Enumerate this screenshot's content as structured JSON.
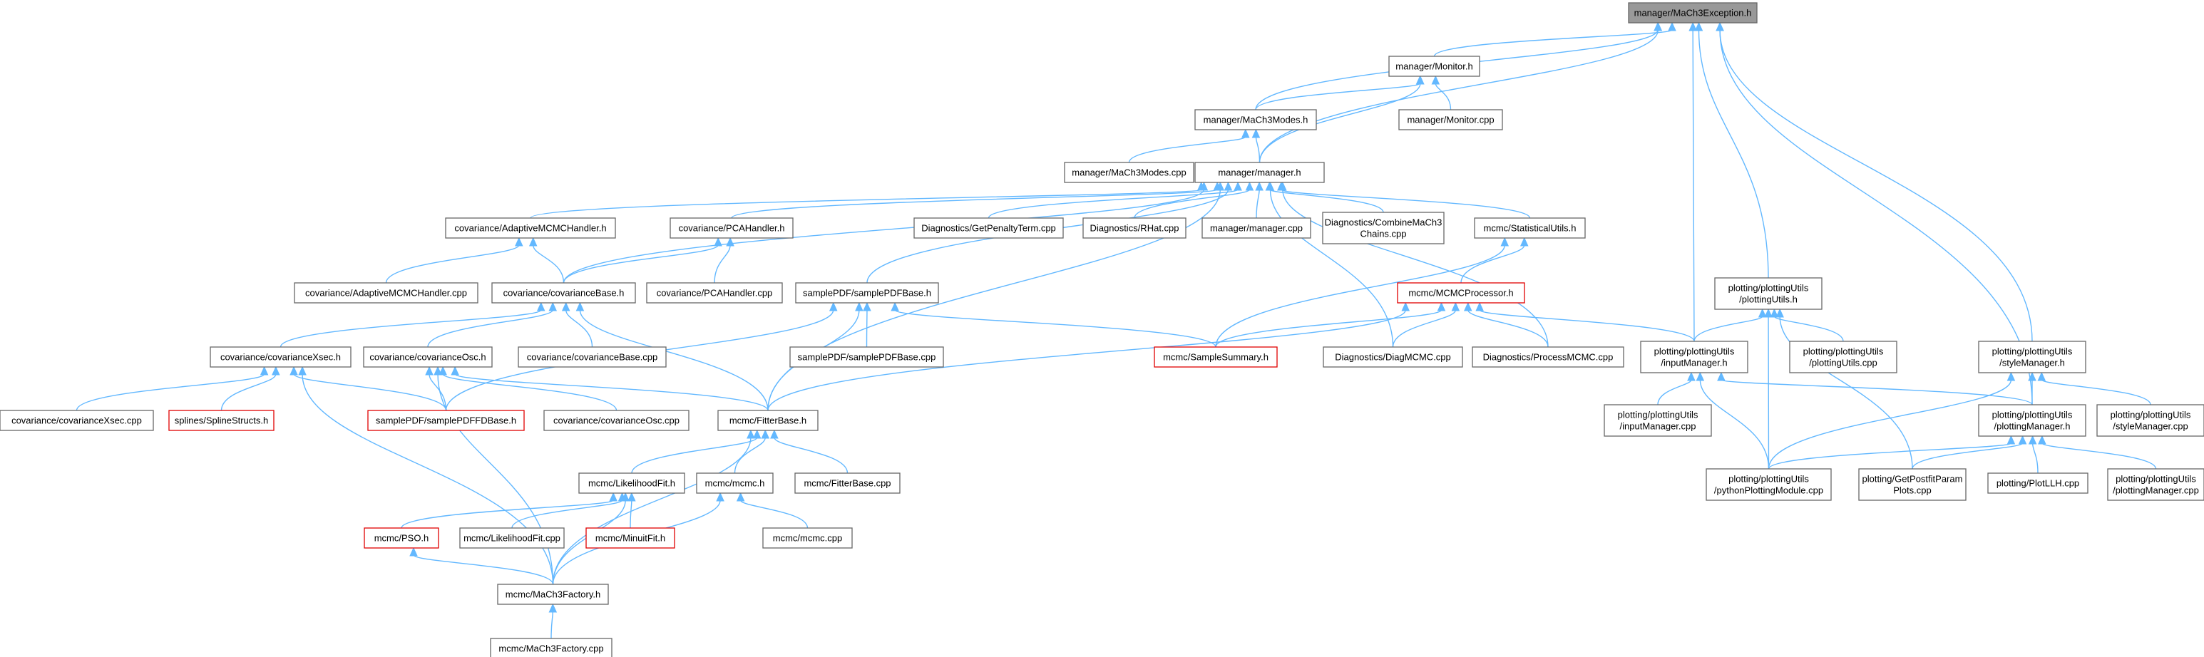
{
  "diagram": {
    "type": "include-dependency-graph",
    "colors": {
      "edge": "#63b8ff",
      "node_border": "#666666",
      "red_border": "#e00000",
      "root_fill": "#999999"
    },
    "nodes": [
      {
        "id": "n0",
        "lines": [
          "manager/MaCh3Exception.h"
        ],
        "style": "root"
      },
      {
        "id": "n1",
        "lines": [
          "manager/Monitor.h"
        ]
      },
      {
        "id": "n2",
        "lines": [
          "manager/MaCh3Modes.h"
        ]
      },
      {
        "id": "n3",
        "lines": [
          "manager/Monitor.cpp"
        ]
      },
      {
        "id": "n4",
        "lines": [
          "manager/MaCh3Modes.cpp"
        ]
      },
      {
        "id": "n5",
        "lines": [
          "manager/manager.h"
        ]
      },
      {
        "id": "n6",
        "lines": [
          "covariance/AdaptiveMCMCHandler.h"
        ]
      },
      {
        "id": "n7",
        "lines": [
          "covariance/PCAHandler.h"
        ]
      },
      {
        "id": "n8",
        "lines": [
          "Diagnostics/GetPenaltyTerm.cpp"
        ]
      },
      {
        "id": "n9",
        "lines": [
          "Diagnostics/RHat.cpp"
        ]
      },
      {
        "id": "n10",
        "lines": [
          "manager/manager.cpp"
        ]
      },
      {
        "id": "n11",
        "lines": [
          "Diagnostics/CombineMaCh3",
          "Chains.cpp"
        ]
      },
      {
        "id": "n12",
        "lines": [
          "mcmc/StatisticalUtils.h"
        ]
      },
      {
        "id": "n13",
        "lines": [
          "covariance/AdaptiveMCMCHandler.cpp"
        ]
      },
      {
        "id": "n14",
        "lines": [
          "covariance/covarianceBase.h"
        ]
      },
      {
        "id": "n15",
        "lines": [
          "covariance/PCAHandler.cpp"
        ]
      },
      {
        "id": "n16",
        "lines": [
          "samplePDF/samplePDFBase.h"
        ]
      },
      {
        "id": "n17",
        "lines": [
          "mcmc/MCMCProcessor.h"
        ],
        "style": "red"
      },
      {
        "id": "n18",
        "lines": [
          "plotting/plottingUtils",
          "/plottingUtils.h"
        ]
      },
      {
        "id": "n19",
        "lines": [
          "covariance/covarianceXsec.h"
        ]
      },
      {
        "id": "n20",
        "lines": [
          "covariance/covarianceOsc.h"
        ]
      },
      {
        "id": "n21",
        "lines": [
          "covariance/covarianceBase.cpp"
        ]
      },
      {
        "id": "n22",
        "lines": [
          "samplePDF/samplePDFBase.cpp"
        ]
      },
      {
        "id": "n23",
        "lines": [
          "mcmc/SampleSummary.h"
        ],
        "style": "red"
      },
      {
        "id": "n24",
        "lines": [
          "Diagnostics/DiagMCMC.cpp"
        ]
      },
      {
        "id": "n25",
        "lines": [
          "Diagnostics/ProcessMCMC.cpp"
        ]
      },
      {
        "id": "n26",
        "lines": [
          "plotting/plottingUtils",
          "/inputManager.h"
        ]
      },
      {
        "id": "n27",
        "lines": [
          "plotting/plottingUtils",
          "/plottingUtils.cpp"
        ]
      },
      {
        "id": "n28",
        "lines": [
          "plotting/plottingUtils",
          "/styleManager.h"
        ]
      },
      {
        "id": "n29",
        "lines": [
          "covariance/covarianceXsec.cpp"
        ]
      },
      {
        "id": "n30",
        "lines": [
          "splines/SplineStructs.h"
        ],
        "style": "red"
      },
      {
        "id": "n31",
        "lines": [
          "samplePDF/samplePDFFDBase.h"
        ],
        "style": "red"
      },
      {
        "id": "n32",
        "lines": [
          "covariance/covarianceOsc.cpp"
        ]
      },
      {
        "id": "n33",
        "lines": [
          "mcmc/FitterBase.h"
        ]
      },
      {
        "id": "n34",
        "lines": [
          "plotting/plottingUtils",
          "/inputManager.cpp"
        ]
      },
      {
        "id": "n35",
        "lines": [
          "plotting/plottingUtils",
          "/plottingManager.h"
        ]
      },
      {
        "id": "n36",
        "lines": [
          "plotting/plottingUtils",
          "/styleManager.cpp"
        ]
      },
      {
        "id": "n37",
        "lines": [
          "mcmc/LikelihoodFit.h"
        ]
      },
      {
        "id": "n38",
        "lines": [
          "mcmc/mcmc.h"
        ]
      },
      {
        "id": "n39",
        "lines": [
          "mcmc/FitterBase.cpp"
        ]
      },
      {
        "id": "n40",
        "lines": [
          "plotting/plottingUtils",
          "/pythonPlottingModule.cpp"
        ]
      },
      {
        "id": "n41",
        "lines": [
          "plotting/GetPostfitParam",
          "Plots.cpp"
        ]
      },
      {
        "id": "n42",
        "lines": [
          "plotting/PlotLLH.cpp"
        ]
      },
      {
        "id": "n43",
        "lines": [
          "plotting/plottingUtils",
          "/plottingManager.cpp"
        ]
      },
      {
        "id": "n44",
        "lines": [
          "mcmc/PSO.h"
        ],
        "style": "red"
      },
      {
        "id": "n45",
        "lines": [
          "mcmc/LikelihoodFit.cpp"
        ]
      },
      {
        "id": "n46",
        "lines": [
          "mcmc/MinuitFit.h"
        ],
        "style": "red"
      },
      {
        "id": "n47",
        "lines": [
          "mcmc/mcmc.cpp"
        ]
      },
      {
        "id": "n48",
        "lines": [
          "mcmc/MaCh3Factory.h"
        ]
      },
      {
        "id": "n49",
        "lines": [
          "mcmc/MaCh3Factory.cpp"
        ]
      }
    ],
    "edges": [
      [
        "n1",
        "n0"
      ],
      [
        "n2",
        "n0"
      ],
      [
        "n5",
        "n0"
      ],
      [
        "n26",
        "n0"
      ],
      [
        "n18",
        "n0"
      ],
      [
        "n35",
        "n0"
      ],
      [
        "n28",
        "n0"
      ],
      [
        "n2",
        "n1"
      ],
      [
        "n3",
        "n1"
      ],
      [
        "n5",
        "n1"
      ],
      [
        "n4",
        "n2"
      ],
      [
        "n5",
        "n2"
      ],
      [
        "n6",
        "n5"
      ],
      [
        "n7",
        "n5"
      ],
      [
        "n8",
        "n5"
      ],
      [
        "n9",
        "n5"
      ],
      [
        "n10",
        "n5"
      ],
      [
        "n11",
        "n5"
      ],
      [
        "n12",
        "n5"
      ],
      [
        "n14",
        "n5"
      ],
      [
        "n16",
        "n5"
      ],
      [
        "n33",
        "n5"
      ],
      [
        "n24",
        "n5"
      ],
      [
        "n25",
        "n5"
      ],
      [
        "n13",
        "n6"
      ],
      [
        "n14",
        "n6"
      ],
      [
        "n14",
        "n7"
      ],
      [
        "n15",
        "n7"
      ],
      [
        "n17",
        "n12"
      ],
      [
        "n23",
        "n12"
      ],
      [
        "n19",
        "n14"
      ],
      [
        "n20",
        "n14"
      ],
      [
        "n21",
        "n14"
      ],
      [
        "n33",
        "n14"
      ],
      [
        "n22",
        "n16"
      ],
      [
        "n23",
        "n16"
      ],
      [
        "n31",
        "n16"
      ],
      [
        "n33",
        "n16"
      ],
      [
        "n23",
        "n17"
      ],
      [
        "n24",
        "n17"
      ],
      [
        "n25",
        "n17"
      ],
      [
        "n26",
        "n17"
      ],
      [
        "n33",
        "n17"
      ],
      [
        "n26",
        "n18"
      ],
      [
        "n27",
        "n18"
      ],
      [
        "n40",
        "n18"
      ],
      [
        "n41",
        "n18"
      ],
      [
        "n29",
        "n19"
      ],
      [
        "n30",
        "n19"
      ],
      [
        "n31",
        "n19"
      ],
      [
        "n48",
        "n19"
      ],
      [
        "n31",
        "n20"
      ],
      [
        "n32",
        "n20"
      ],
      [
        "n33",
        "n20"
      ],
      [
        "n48",
        "n20"
      ],
      [
        "n34",
        "n26"
      ],
      [
        "n35",
        "n26"
      ],
      [
        "n40",
        "n26"
      ],
      [
        "n35",
        "n28"
      ],
      [
        "n36",
        "n28"
      ],
      [
        "n40",
        "n28"
      ],
      [
        "n37",
        "n33"
      ],
      [
        "n38",
        "n33"
      ],
      [
        "n39",
        "n33"
      ],
      [
        "n48",
        "n33"
      ],
      [
        "n40",
        "n35"
      ],
      [
        "n41",
        "n35"
      ],
      [
        "n42",
        "n35"
      ],
      [
        "n43",
        "n35"
      ],
      [
        "n44",
        "n37"
      ],
      [
        "n45",
        "n37"
      ],
      [
        "n46",
        "n37"
      ],
      [
        "n48",
        "n37"
      ],
      [
        "n47",
        "n38"
      ],
      [
        "n48",
        "n38"
      ],
      [
        "n48",
        "n44"
      ],
      [
        "n49",
        "n48"
      ]
    ]
  }
}
